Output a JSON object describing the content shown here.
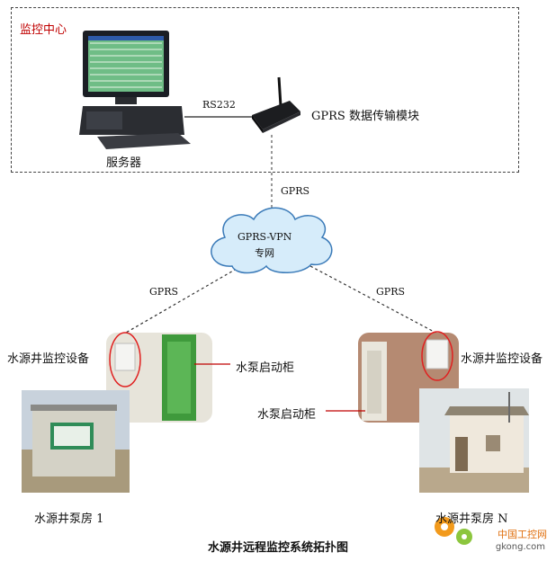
{
  "control_center": {
    "title": "监控中心"
  },
  "server": {
    "label": "服务器"
  },
  "link_server_modem": {
    "label": "RS232"
  },
  "gprs_module": {
    "label": "GPRS 数据传输模块"
  },
  "link_module_cloud": {
    "label": "GPRS"
  },
  "cloud": {
    "line1": "GPRS-VPN",
    "line2": "专网"
  },
  "link_left": {
    "label": "GPRS"
  },
  "link_right": {
    "label": "GPRS"
  },
  "site_left": {
    "monitor_label": "水源井监控设备",
    "pump_cabinet_label": "水泵启动柜",
    "pump_house_label": "水源井泵房 1"
  },
  "site_right": {
    "monitor_label": "水源井监控设备",
    "pump_cabinet_label": "水泵启动柜",
    "pump_house_label": "水源井泵房 N"
  },
  "caption": "水源井远程监控系统拓扑图",
  "watermark": {
    "text": "中国工控网",
    "url": "gkong.com"
  },
  "colors": {
    "highlight_ring": "#e02020",
    "title_red": "#c00000",
    "cloud_fill": "#d6ecfa",
    "cloud_stroke": "#3a7ab8"
  }
}
